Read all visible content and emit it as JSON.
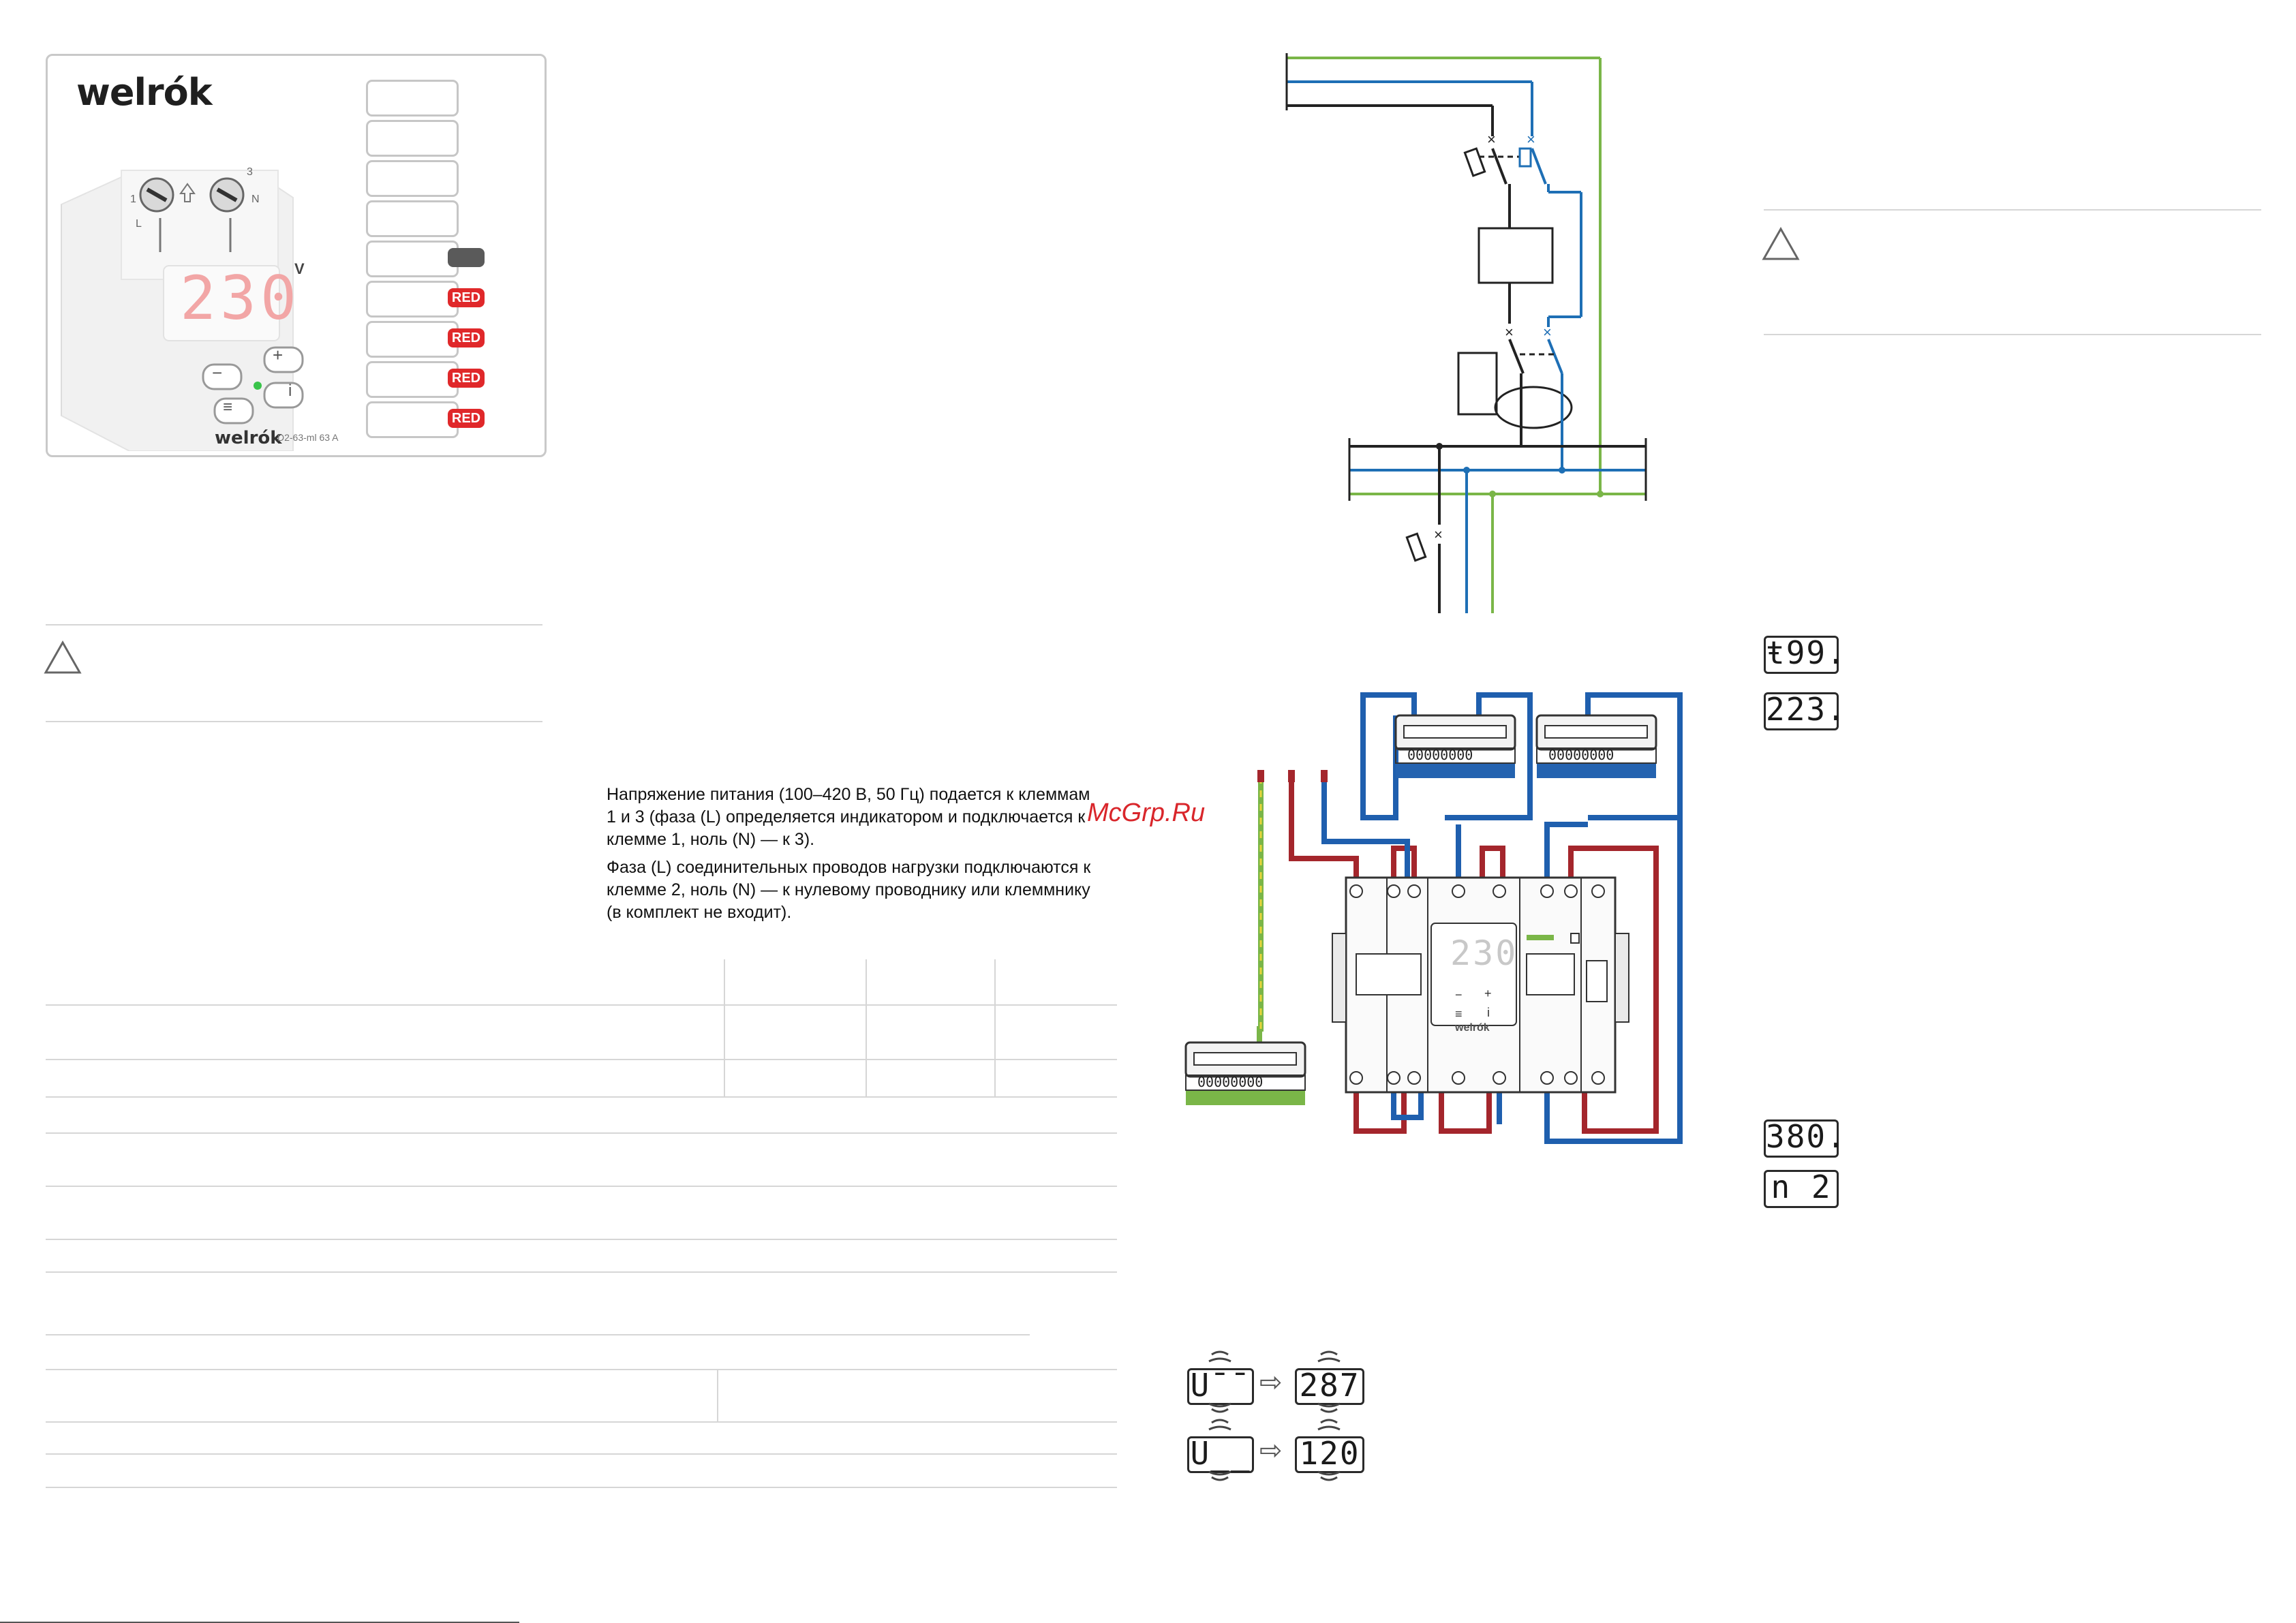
{
  "brand": {
    "logo": "welrók",
    "device_model": "D2-63-ml  63 A",
    "device_logo": "welrók"
  },
  "device": {
    "display_value": "230",
    "unit": "V",
    "terminals": [
      "1",
      "3"
    ],
    "terminal_letters": [
      "L",
      "N"
    ],
    "buttons": [
      "−",
      "+",
      "≡",
      "i"
    ]
  },
  "indicator_tags": [
    "",
    "RED",
    "RED",
    "RED",
    "RED"
  ],
  "connection_text": {
    "paragraph1": "Напряжение питания (100–420 В, 50 Гц) подается к клеммам 1 и 3 (фаза (L) определяется индикатором и подключается к клемме 1, ноль (N) — к 3).",
    "paragraph2": "Фаза (L) соединительных проводов нагрузки подключаются к клемме 2, ноль (N) — к нулевому проводнику или клеммнику (в комплект не входит)."
  },
  "watermark": "McGrp.Ru",
  "wiring_device_display": "230",
  "wiring_device_logo": "welrók",
  "wiring_device_buttons": [
    "−",
    "+",
    "≡",
    "i"
  ],
  "displays": {
    "t99": "ŧ99.",
    "v223": "223.",
    "v380": "380.",
    "n2": "n 2",
    "u_high_label": "U¯¯",
    "u_high_value": "287",
    "u_low_label": "U__",
    "u_low_value": "120"
  },
  "colors": {
    "phase": "#1a1a1a",
    "neutral": "#1e6fb5",
    "earth": "#7ab648",
    "wire_red": "#a4262c",
    "wire_blue": "#1f5fae",
    "accent_red": "#e0282a"
  }
}
